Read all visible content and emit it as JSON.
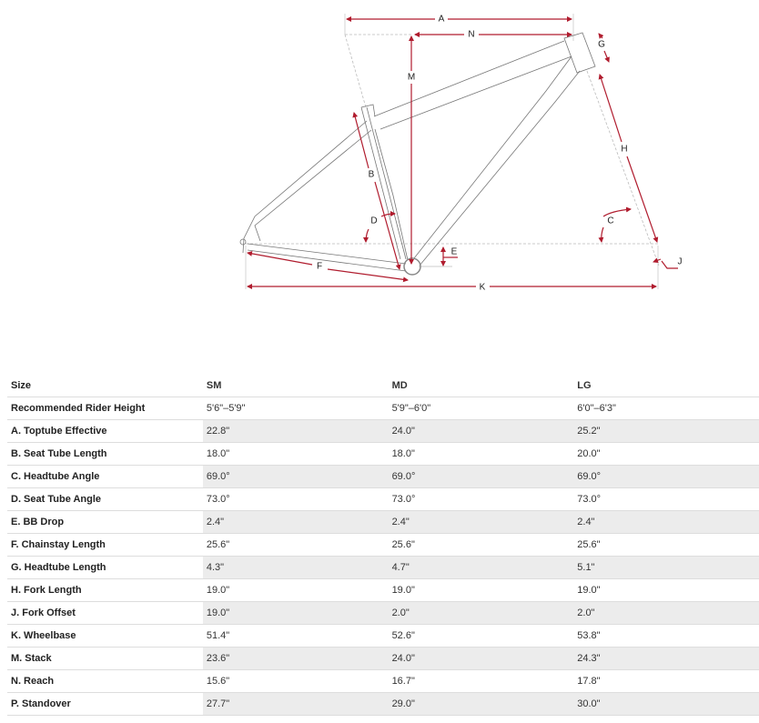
{
  "diagram": {
    "accent_color": "#b01c2e",
    "labels": {
      "A": "A",
      "N": "N",
      "M": "M",
      "G": "G",
      "H": "H",
      "B": "B",
      "C": "C",
      "D": "D",
      "E": "E",
      "F": "F",
      "J": "J",
      "K": "K"
    }
  },
  "table": {
    "headers": [
      "Size",
      "SM",
      "MD",
      "LG"
    ],
    "rows": [
      [
        "Recommended Rider Height",
        "5'6\"–5'9\"",
        "5'9\"–6'0\"",
        "6'0\"–6'3\""
      ],
      [
        "A. Toptube Effective",
        "22.8\"",
        "24.0\"",
        "25.2\""
      ],
      [
        "B. Seat Tube Length",
        "18.0\"",
        "18.0\"",
        "20.0\""
      ],
      [
        "C. Headtube Angle",
        "69.0°",
        "69.0°",
        "69.0°"
      ],
      [
        "D. Seat Tube Angle",
        "73.0°",
        "73.0°",
        "73.0°"
      ],
      [
        "E. BB Drop",
        "2.4\"",
        "2.4\"",
        "2.4\""
      ],
      [
        "F. Chainstay Length",
        "25.6\"",
        "25.6\"",
        "25.6\""
      ],
      [
        "G. Headtube Length",
        "4.3\"",
        "4.7\"",
        "5.1\""
      ],
      [
        "H. Fork Length",
        "19.0\"",
        "19.0\"",
        "19.0\""
      ],
      [
        "J. Fork Offset",
        "19.0\"",
        "2.0\"",
        "2.0\""
      ],
      [
        "K. Wheelbase",
        "51.4\"",
        "52.6\"",
        "53.8\""
      ],
      [
        "M. Stack",
        "23.6\"",
        "24.0\"",
        "24.3\""
      ],
      [
        "N. Reach",
        "15.6\"",
        "16.7\"",
        "17.8\""
      ],
      [
        "P. Standover",
        "27.7\"",
        "29.0\"",
        "30.0\""
      ]
    ]
  }
}
